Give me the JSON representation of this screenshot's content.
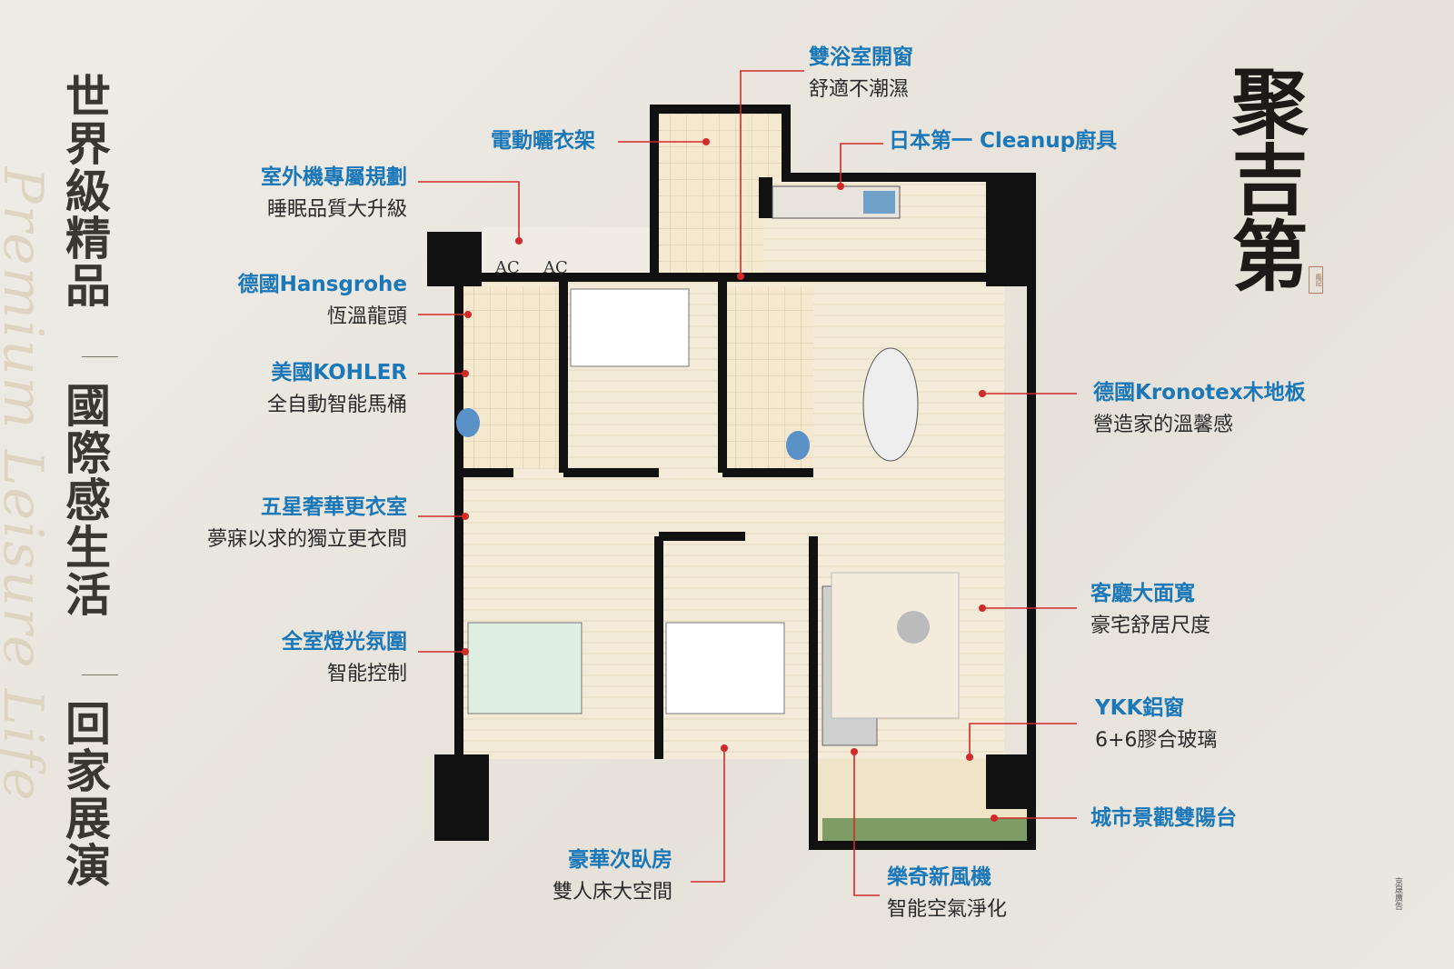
{
  "brand": {
    "logo": "聚吉第",
    "seal": "鳳記",
    "credit": "京晟廣告"
  },
  "watermark": "Premium Leisure Life",
  "slogans": [
    "世界級精品",
    "國際感生活",
    "回家展演"
  ],
  "callouts": [
    {
      "title": "室外機專屬規劃",
      "sub": "睡眠品質大升級"
    },
    {
      "title": "德國Hansgrohe",
      "sub": "恆溫龍頭"
    },
    {
      "title": "美國KOHLER",
      "sub": "全自動智能馬桶"
    },
    {
      "title": "五星奢華更衣室",
      "sub": "夢寐以求的獨立更衣間"
    },
    {
      "title": "全室燈光氛圍",
      "sub": "智能控制"
    },
    {
      "title": "電動曬衣架"
    },
    {
      "title": "雙浴室開窗",
      "sub": "舒適不潮濕"
    },
    {
      "title": "日本第一 Cleanup廚具"
    },
    {
      "title": "德國Kronotex木地板",
      "sub": "營造家的溫馨感"
    },
    {
      "title": "客廳大面寬",
      "sub": "豪宅舒居尺度"
    },
    {
      "title": "YKK鋁窗",
      "sub": "6+6膠合玻璃"
    },
    {
      "title": "城市景觀雙陽台"
    },
    {
      "title": "豪華次臥房",
      "sub": "雙人床大空間"
    },
    {
      "title": "樂奇新風機",
      "sub": "智能空氣淨化"
    }
  ],
  "plan_labels": {
    "ac1": "AC",
    "ac2": "AC"
  },
  "colors": {
    "accent_blue": "#1a77b8",
    "line_red": "#d12a2a",
    "wall": "#111111",
    "floor": "#f1e6cf"
  }
}
